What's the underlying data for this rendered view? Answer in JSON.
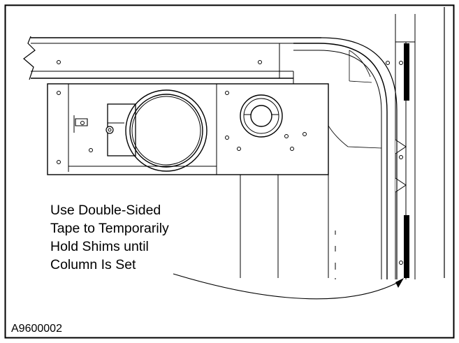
{
  "callout": {
    "lines": [
      "Use Double-Sided",
      "Tape to Temporarily",
      "Hold Shims until",
      "Column Is Set"
    ]
  },
  "figure_id": "A9600002",
  "colors": {
    "line": "#000000",
    "background": "#ffffff"
  }
}
